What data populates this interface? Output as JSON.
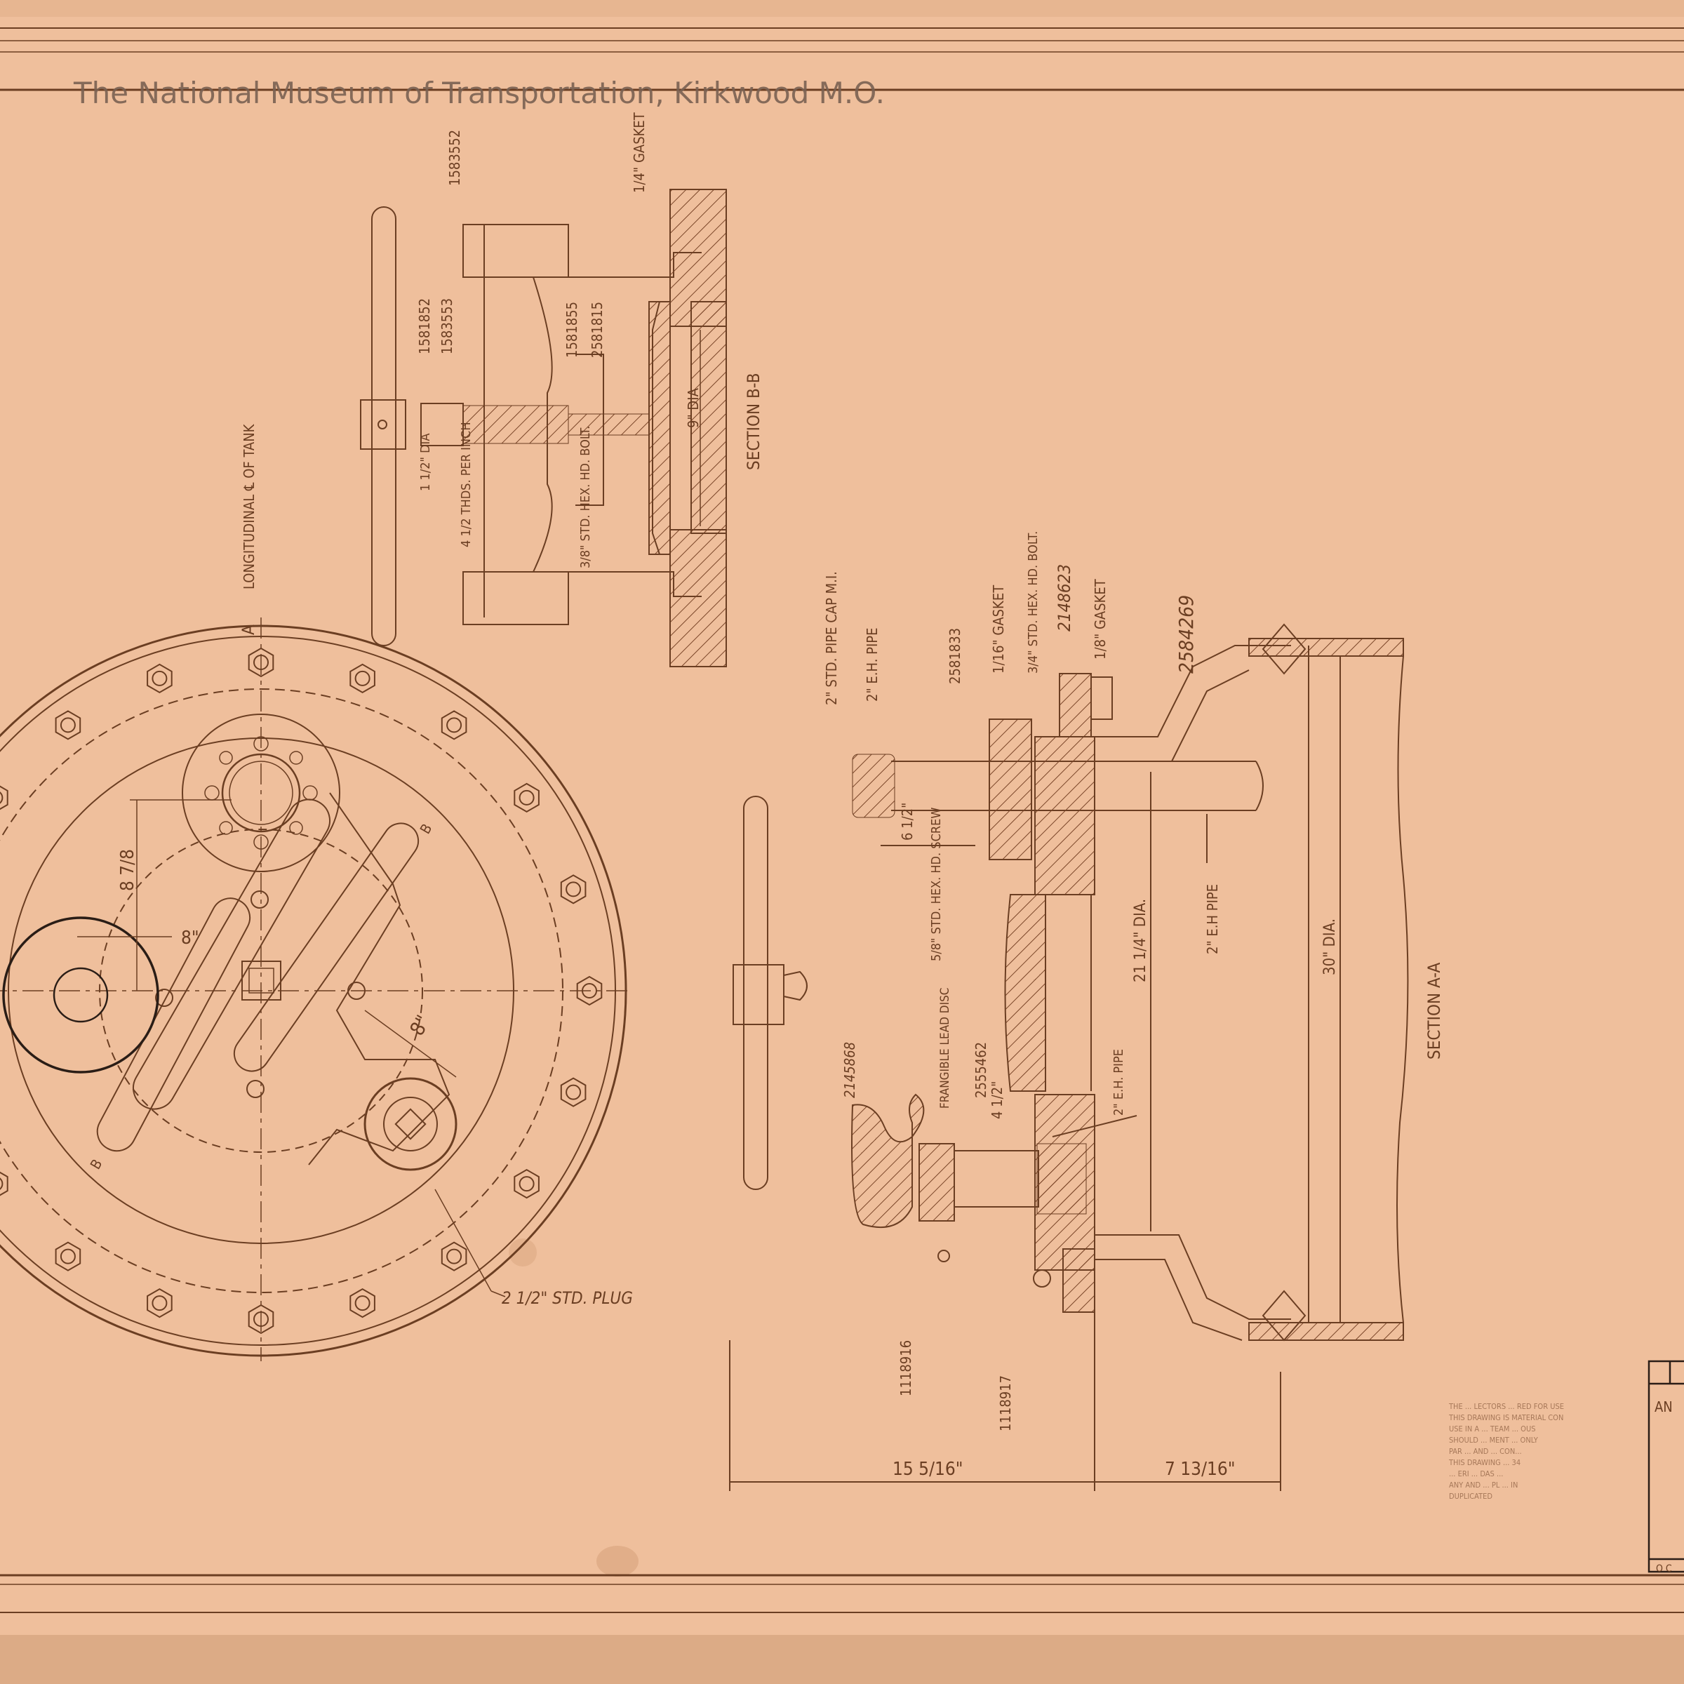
{
  "watermark": "The National Museum of Transportation, Kirkwood M.O.",
  "colors": {
    "paper": "#efbf9c",
    "ink": "#6b3e22",
    "heavy_ink": "#2a1d16"
  },
  "plan_view": {
    "centerline": "LONGITUDINAL ℄ OF TANK",
    "section_marker": "A",
    "dim_7": "8 7/8",
    "dim_8a": "8\"",
    "dim_8b": "8\"",
    "mark_b1": "B",
    "mark_b2": "B",
    "plug": "2 1/2\" STD. PLUG"
  },
  "section_bb": {
    "title": "SECTION B-B",
    "labels": {
      "p1583552": "1583552",
      "gasket": "1/4\" GASKET",
      "p1581852": "1581852",
      "p1583553": "1583553",
      "p1581855": "1581855",
      "p2581815": "2581815",
      "dia9": "9\" DIA",
      "bar_dia": "1 1/2\" DIA",
      "threads": "4 1/2 THDS. PER INCH",
      "bolt": "3/8\" STD. HEX. HD. BOLT."
    }
  },
  "section_aa": {
    "title": "SECTION A-A",
    "labels": {
      "cap": "2\" STD. PIPE CAP M.I.",
      "eh_pipe_top": "2\" E.H. PIPE",
      "p2581833": "2581833",
      "gasket16": "1/16\" GASKET",
      "bolt34": "3/4\" STD. HEX. HD. BOLT.",
      "p2148623": "2148623",
      "gasket8": "1/8\" GASKET",
      "p2584269": "2584269",
      "dim_6": "6 1/2\"",
      "screw": "5/8\" STD. HEX. HD. SCREW",
      "eh_pipe_mid": "2\" E.H PIPE",
      "dia21": "21 1/4\" DIA.",
      "dia30": "30\" DIA.",
      "p2145868": "2145868",
      "frangible": "FRANGIBLE LEAD DISC",
      "p2555462": "2555462",
      "dim_4": "4 1/2\"",
      "eh_pipe_low": "2\" E.H. PIPE",
      "p1118916": "1118916",
      "p1118917": "1118917",
      "dim_15": "15 5/16\"",
      "dim_7b": "7 13/16\""
    }
  },
  "title_block": {
    "partial_1": "AN",
    "partial_2": "OC"
  },
  "notice_lines": [
    "THE ... LECTORS ... RED FOR USE",
    "THIS DRAWING IS MATERIAL CON",
    "USE IN A ... TEAM ... OUS",
    "SHOULD ... MENT ... ONLY",
    "PAR ... AND ... CON...",
    "THIS DRAWING ... 34",
    "... ERI ... DAS ...",
    "ANY AND ... PL ... IN",
    "DUPLICATED"
  ]
}
